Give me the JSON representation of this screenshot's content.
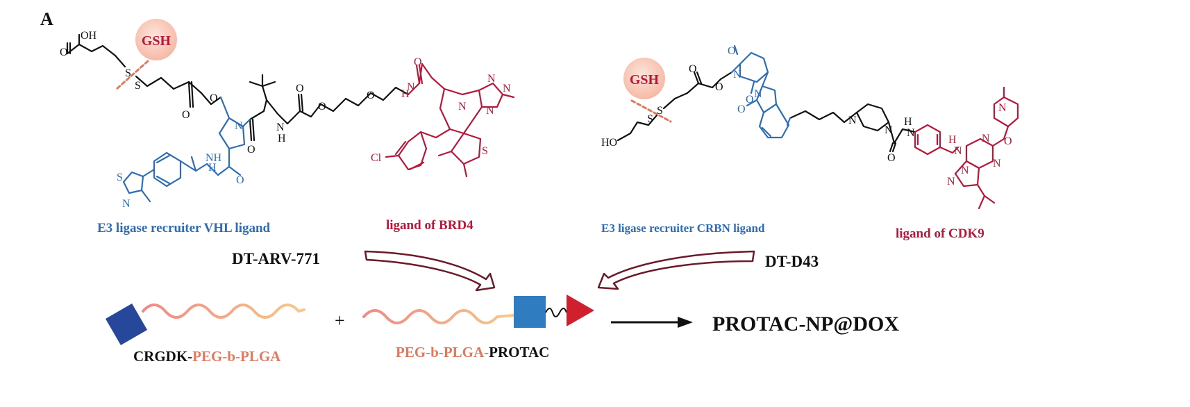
{
  "panel_label": "A",
  "colors": {
    "black": "#111111",
    "blue": "#2d6db5",
    "red": "#b5183a",
    "salmon": "#e07a5f",
    "dark_red_arrow": "#6b1a2a",
    "gsh_fill": "#fbd3c7",
    "square_dark": "#27479a",
    "square_light": "#2f7cc0",
    "triangle": "#d0202e"
  },
  "left_molecule": {
    "gsh": "GSH",
    "atoms": {
      "oh": "OH",
      "o": "O",
      "s": "S",
      "n": "N",
      "nh": "NH",
      "h": "H",
      "cl": "Cl"
    },
    "vhl_label": "E3 ligase recruiter VHL ligand",
    "brd4_label": "ligand of BRD4",
    "name": "DT-ARV-771"
  },
  "right_molecule": {
    "gsh": "GSH",
    "atoms": {
      "ho": "HO",
      "o": "O",
      "s": "S",
      "n": "N",
      "h": "H"
    },
    "crbn_label": "E3 ligase recruiter CRBN ligand",
    "cdk9_label": "ligand of CDK9",
    "name": "DT-D43"
  },
  "bottom": {
    "plus": "+",
    "left_polymer": {
      "prefix": "CRGDK-",
      "suffix": "PEG-b-PLGA"
    },
    "middle_polymer": {
      "prefix": "PEG-b-PLGA-",
      "suffix": "PROTAC"
    },
    "product": "PROTAC-NP@DOX"
  }
}
